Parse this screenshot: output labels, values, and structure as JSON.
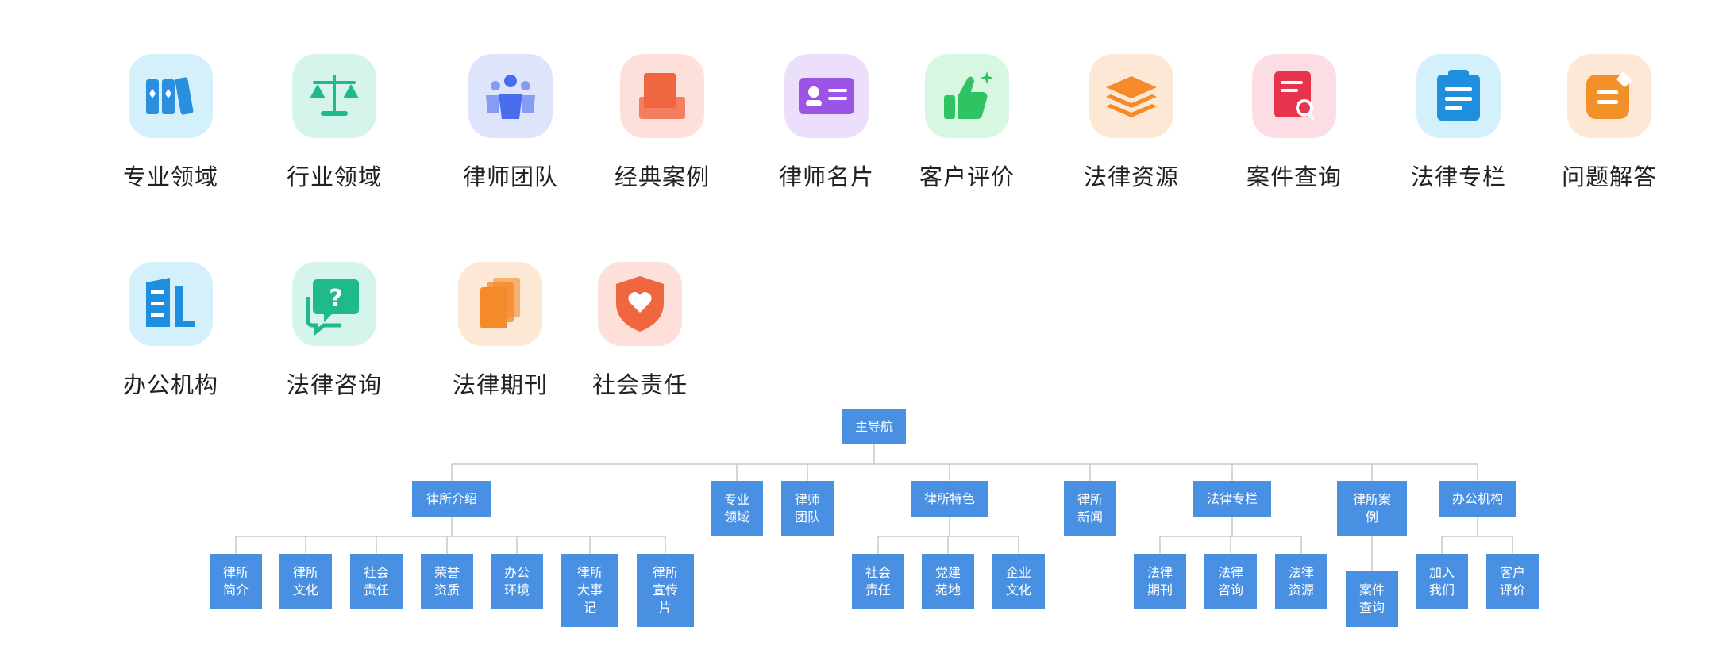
{
  "icons_row1": [
    {
      "label": "专业领域",
      "icon": "books-icon",
      "bg": "#d4f0fb",
      "color": "#2b8fe0"
    },
    {
      "label": "行业领域",
      "icon": "scales-icon",
      "bg": "#d5f5ec",
      "color": "#1fb98a"
    },
    {
      "label": "律师团队",
      "icon": "team-icon",
      "bg": "#dfe4fd",
      "color": "#4a6cf0"
    },
    {
      "label": "经典案例",
      "icon": "case-folder-icon",
      "bg": "#fde0da",
      "color": "#f0663e"
    },
    {
      "label": "律师名片",
      "icon": "business-card-icon",
      "bg": "#ecdffb",
      "color": "#9b54e6"
    },
    {
      "label": "客户评价",
      "icon": "thumbs-up-icon",
      "bg": "#d8f7e3",
      "color": "#2fc463"
    },
    {
      "label": "法律资源",
      "icon": "layers-icon",
      "bg": "#fde8d6",
      "color": "#f58a2a"
    },
    {
      "label": "案件查询",
      "icon": "document-search-icon",
      "bg": "#fcdde4",
      "color": "#e8334f"
    },
    {
      "label": "法律专栏",
      "icon": "clipboard-icon",
      "bg": "#d4f0fb",
      "color": "#1e8fdf"
    },
    {
      "label": "问题解答",
      "icon": "note-edit-icon",
      "bg": "#fde8d6",
      "color": "#f2912a"
    }
  ],
  "icons_row2": [
    {
      "label": "办公机构",
      "icon": "office-building-icon",
      "bg": "#d4f0fb",
      "color": "#1e8fdf"
    },
    {
      "label": "法律咨询",
      "icon": "chat-question-icon",
      "bg": "#d5f5ec",
      "color": "#1fb98a"
    },
    {
      "label": "法律期刊",
      "icon": "journals-icon",
      "bg": "#fde8d6",
      "color": "#f58a2a"
    },
    {
      "label": "社会责任",
      "icon": "shield-heart-icon",
      "bg": "#fde0da",
      "color": "#f0663e"
    }
  ],
  "tree": {
    "root": "主导航",
    "node_color": "#4a90e2",
    "line_color": "#c8c8c8",
    "children": [
      {
        "label": "律所介绍",
        "children": [
          "律所\n简介",
          "律所\n文化",
          "社会\n责任",
          "荣誉\n资质",
          "办公\n环境",
          "律所\n大事\n记",
          "律所\n宣传\n片"
        ]
      },
      {
        "label": "专业\n领域",
        "children": []
      },
      {
        "label": "律师\n团队",
        "children": []
      },
      {
        "label": "律所特色",
        "children": [
          "社会\n责任",
          "党建\n苑地",
          "企业\n文化"
        ]
      },
      {
        "label": "律所\n新闻",
        "children": []
      },
      {
        "label": "法律专栏",
        "children": [
          "法律\n期刊",
          "法律\n咨询",
          "法律\n资源"
        ]
      },
      {
        "label": "律所案\n例",
        "children": [
          "案件\n查询"
        ]
      },
      {
        "label": "办公机构",
        "children": [
          "加入\n我们",
          "客户\n评价"
        ]
      }
    ]
  }
}
